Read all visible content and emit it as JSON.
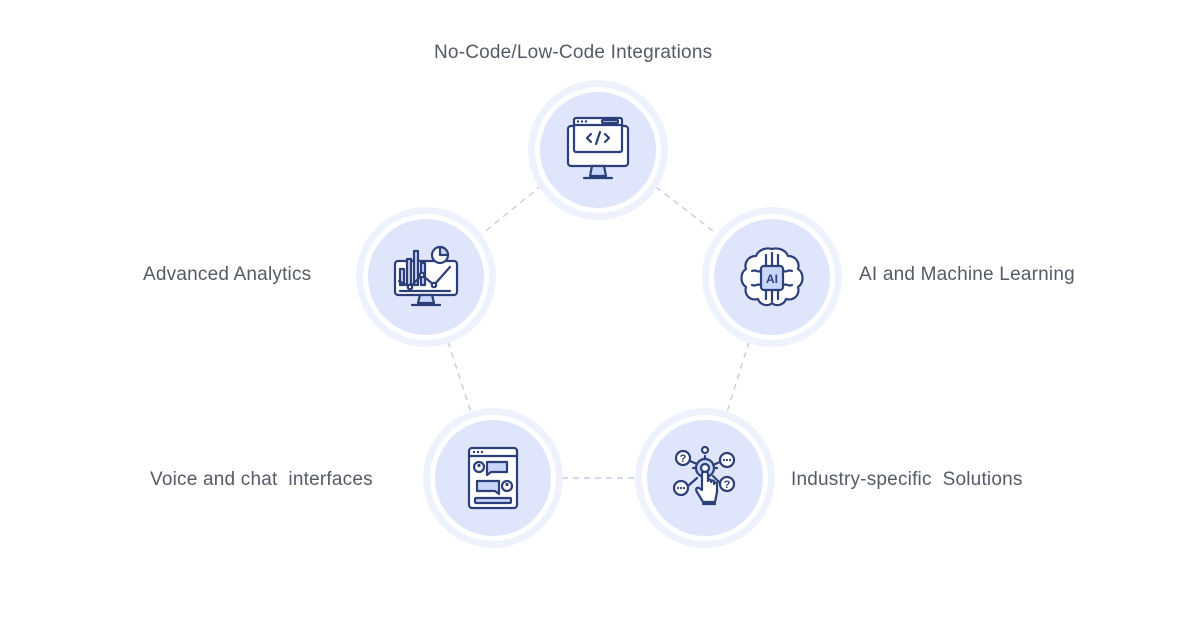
{
  "nodes": {
    "top": {
      "label": "No-Code/Low-Code Integrations",
      "icon": "code-monitor-icon"
    },
    "right": {
      "label": "AI and Machine Learning",
      "icon": "ai-brain-icon"
    },
    "bottom_right": {
      "label": "Industry-specific  Solutions",
      "icon": "gear-questions-icon"
    },
    "bottom_left": {
      "label": "Voice and chat  interfaces",
      "icon": "chat-window-icon"
    },
    "left": {
      "label": "Advanced Analytics",
      "icon": "analytics-monitor-icon"
    }
  },
  "icon_text": {
    "ai": "AI"
  },
  "colors": {
    "ring_outer": "#eef2fd",
    "ring_inner": "#dfe6fb",
    "icon_ink": "#2c3f78",
    "connector": "#c5cde6",
    "label": "#555b66"
  }
}
